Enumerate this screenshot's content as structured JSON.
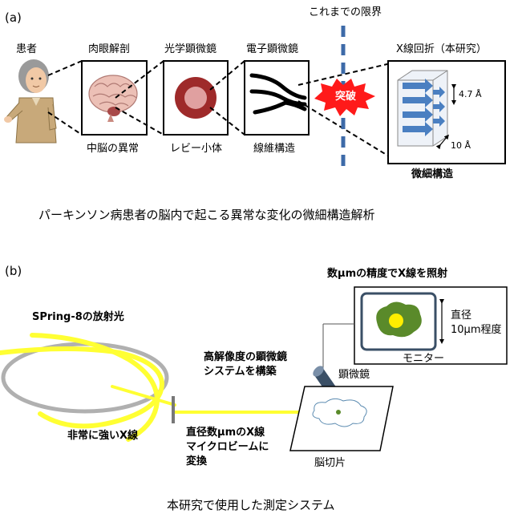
{
  "panel_a": {
    "label": "(a)",
    "patient": "患者",
    "limit": "これまでの限界",
    "stages": [
      {
        "title": "肉眼解剖",
        "caption": "中脳の異常"
      },
      {
        "title": "光学顕微鏡",
        "caption": "レビー小体"
      },
      {
        "title": "電子顕微鏡",
        "caption": "線維構造"
      }
    ],
    "xray_title": "X線回折（本研究）",
    "breakthrough": "突破",
    "dim_47": "4.7 Å",
    "dim_10": "10 Å",
    "fine_structure": "微細構造",
    "caption": "パーキンソン病患者の脳内で起こる異常な変化の微細構造解析"
  },
  "panel_b": {
    "label": "(b)",
    "spring8": "SPring-8の放射光",
    "strong_xray": "非常に強いX線",
    "precision": "数µmの精度でX線を照射",
    "diameter_l1": "直径",
    "diameter_l2": "10µm程度",
    "monitor": "モニター",
    "microscope_sys_l1": "高解像度の顕微鏡",
    "microscope_sys_l2": "システムを構築",
    "microscope": "顕微鏡",
    "beam_l1": "直径数µmのX線",
    "beam_l2": "マイクロビームに",
    "beam_l3": "変換",
    "slice": "脳切片",
    "caption": "本研究で使用した測定システム"
  },
  "colors": {
    "dashed_limit": "#3d6aa8",
    "burst": "#ff1a1a",
    "arrows": "#4a7fc1",
    "beam": "#ffff33",
    "ring": "#b0b0b0",
    "lewy_outer": "#9e2a2a",
    "lewy_inner": "#e0a0a0",
    "sample_green": "#5a8a2a",
    "sample_core": "#ffee00"
  }
}
